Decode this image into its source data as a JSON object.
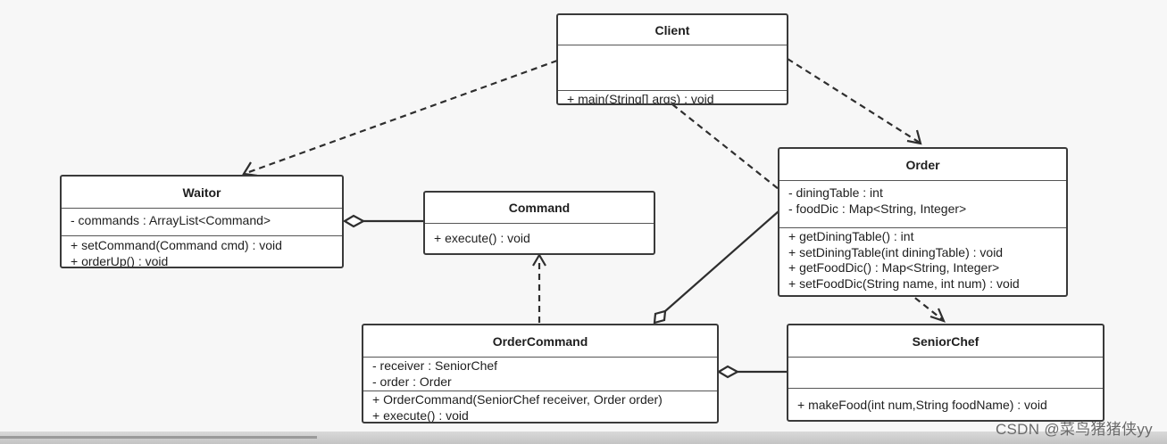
{
  "classes": {
    "client": {
      "name": "Client",
      "attributes": [],
      "methods": [
        "+ main(String[] args) : void"
      ]
    },
    "order": {
      "name": "Order",
      "attributes": [
        "- diningTable : int",
        "- foodDic :   Map<String, Integer>"
      ],
      "methods": [
        "+ getDiningTable() : int",
        "+ setDiningTable(int diningTable) : void",
        "+ getFoodDic() : Map<String, Integer>",
        "+ setFoodDic(String name, int num) : void"
      ]
    },
    "waiter": {
      "name": "Waitor",
      "attributes": [
        "- commands :  ArrayList<Command>"
      ],
      "methods": [
        "+ setCommand(Command cmd) : void",
        "+ orderUp() : void"
      ]
    },
    "command": {
      "name": "Command",
      "attributes": [],
      "methods": [
        "+ execute() : void"
      ]
    },
    "order_command": {
      "name": "OrderCommand",
      "attributes": [
        "- receiver : SeniorChef",
        "- order : Order"
      ],
      "methods": [
        "+ OrderCommand(SeniorChef receiver, Order order)",
        "+ execute() : void"
      ]
    },
    "senior_chef": {
      "name": "SeniorChef",
      "attributes": [],
      "methods": [
        "+ makeFood(int num,String foodName) : void"
      ]
    }
  },
  "relationships": [
    {
      "from": "Client",
      "to": "Waitor",
      "type": "dependency"
    },
    {
      "from": "Client",
      "to": "Order",
      "type": "dependency"
    },
    {
      "from": "Client",
      "to": "SeniorChef",
      "type": "dependency"
    },
    {
      "from": "Waitor",
      "to": "Command",
      "type": "aggregation"
    },
    {
      "from": "OrderCommand",
      "to": "Command",
      "type": "realization"
    },
    {
      "from": "OrderCommand",
      "to": "Order",
      "type": "aggregation"
    },
    {
      "from": "OrderCommand",
      "to": "SeniorChef",
      "type": "aggregation"
    }
  ],
  "watermark": "CSDN @菜鸟猪猪侠yy",
  "colors": {
    "stroke": "#3a3a3a",
    "background": "#f7f7f7",
    "box": "#ffffff"
  }
}
